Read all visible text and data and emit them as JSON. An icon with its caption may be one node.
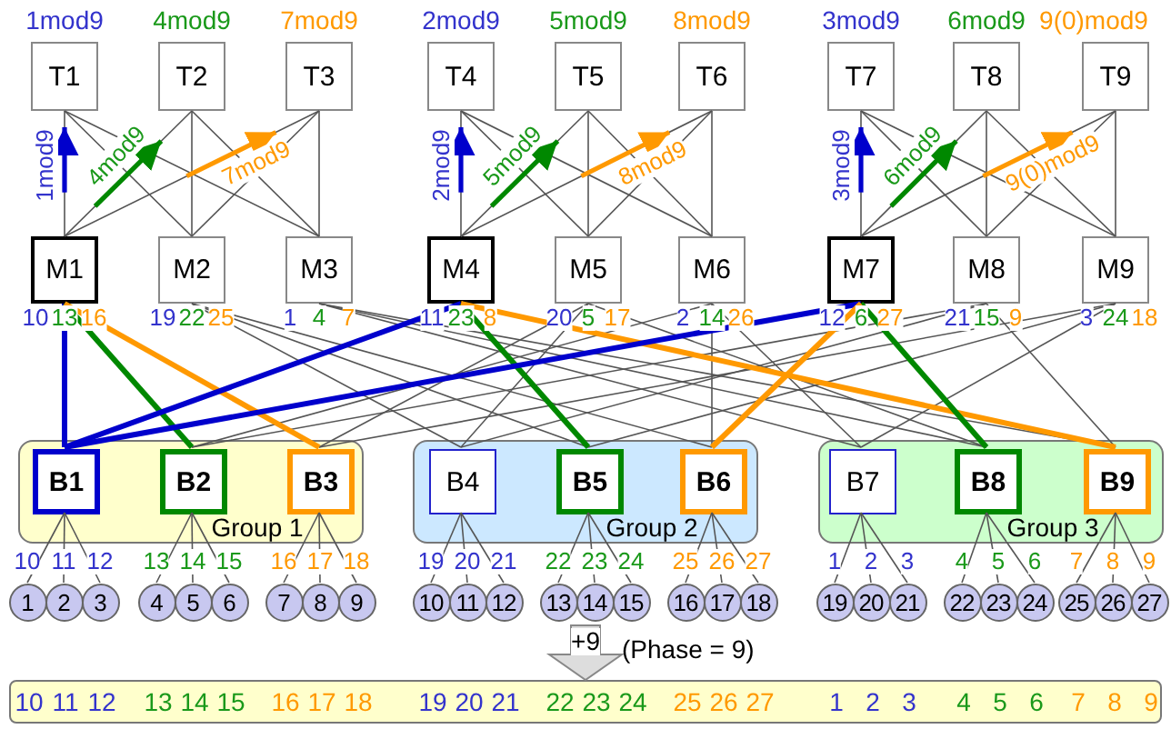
{
  "diagram": {
    "nodes": [
      {
        "text": [
          "T1"
        ],
        "beside": [
          "1mod9"
        ]
      },
      {
        "text": [
          "T2"
        ],
        "beside": [
          "4mod9"
        ]
      },
      {
        "text": [
          "T3"
        ],
        "beside": [
          "7mod9"
        ]
      },
      {
        "text": [
          "T4"
        ],
        "beside": [
          "2mod9"
        ]
      },
      {
        "text": [
          "T5"
        ],
        "beside": [
          "5mod9"
        ]
      },
      {
        "text": [
          "T6"
        ],
        "beside": [
          "8mod9"
        ]
      },
      {
        "text": [
          "T7"
        ],
        "beside": [
          "3mod9"
        ]
      },
      {
        "text": [
          "T8"
        ],
        "beside": [
          "6mod9"
        ]
      },
      {
        "text": [
          "T9"
        ],
        "beside": [
          "9(0)mod9"
        ]
      },
      {
        "text": [
          "M1"
        ],
        "beside": [
          "10",
          "13",
          "16"
        ]
      },
      {
        "text": [
          "M2"
        ],
        "beside": [
          "19",
          "22",
          "25"
        ]
      },
      {
        "text": [
          "M3"
        ],
        "beside": [
          "1",
          "4",
          "7"
        ]
      },
      {
        "text": [
          "M4"
        ],
        "beside": [
          "11",
          "23",
          "8"
        ]
      },
      {
        "text": [
          "M5"
        ],
        "beside": [
          "20",
          "5",
          "17"
        ]
      },
      {
        "text": [
          "M6"
        ],
        "beside": [
          "2",
          "14",
          "26"
        ]
      },
      {
        "text": [
          "M7"
        ],
        "beside": [
          "12",
          "6",
          "27"
        ]
      },
      {
        "text": [
          "M8"
        ],
        "beside": [
          "21",
          "15",
          "9"
        ]
      },
      {
        "text": [
          "M9"
        ],
        "beside": [
          "3",
          "24",
          "18"
        ]
      },
      {
        "text": [
          "Group 1"
        ]
      },
      {
        "text": [
          "B1"
        ],
        "in": 18,
        "beside": [
          "10",
          "11",
          "12"
        ]
      },
      {
        "text": [
          "B2"
        ],
        "in": 18,
        "beside": [
          "13",
          "14",
          "15"
        ]
      },
      {
        "text": [
          "B3"
        ],
        "in": 18,
        "beside": [
          "16",
          "17",
          "18"
        ]
      },
      {
        "text": [
          "Group 2"
        ]
      },
      {
        "text": [
          "B4"
        ],
        "in": 22,
        "beside": [
          "19",
          "20",
          "21"
        ]
      },
      {
        "text": [
          "B5"
        ],
        "in": 22,
        "beside": [
          "22",
          "23",
          "24"
        ]
      },
      {
        "text": [
          "B6"
        ],
        "in": 22,
        "beside": [
          "25",
          "26",
          "27"
        ]
      },
      {
        "text": [
          "Group 3"
        ]
      },
      {
        "text": [
          "B7"
        ],
        "in": 26,
        "beside": [
          "1",
          "2",
          "3"
        ]
      },
      {
        "text": [
          "B8"
        ],
        "in": 26,
        "beside": [
          "4",
          "5",
          "6"
        ]
      },
      {
        "text": [
          "B9"
        ],
        "in": 26,
        "beside": [
          "7",
          "8",
          "9"
        ]
      },
      {
        "text": [
          "1"
        ]
      },
      {
        "text": [
          "2"
        ]
      },
      {
        "text": [
          "3"
        ]
      },
      {
        "text": [
          "4"
        ]
      },
      {
        "text": [
          "5"
        ]
      },
      {
        "text": [
          "6"
        ]
      },
      {
        "text": [
          "7"
        ]
      },
      {
        "text": [
          "8"
        ]
      },
      {
        "text": [
          "9"
        ]
      },
      {
        "text": [
          "10"
        ]
      },
      {
        "text": [
          "11"
        ]
      },
      {
        "text": [
          "12"
        ]
      },
      {
        "text": [
          "13"
        ]
      },
      {
        "text": [
          "14"
        ]
      },
      {
        "text": [
          "15"
        ]
      },
      {
        "text": [
          "16"
        ]
      },
      {
        "text": [
          "17"
        ]
      },
      {
        "text": [
          "18"
        ]
      },
      {
        "text": [
          "19"
        ]
      },
      {
        "text": [
          "20"
        ]
      },
      {
        "text": [
          "21"
        ]
      },
      {
        "text": [
          "22"
        ]
      },
      {
        "text": [
          "23"
        ]
      },
      {
        "text": [
          "24"
        ]
      },
      {
        "text": [
          "25"
        ]
      },
      {
        "text": [
          "26"
        ]
      },
      {
        "text": [
          "27"
        ]
      },
      {
        "text": [
          "10",
          "11",
          "12",
          "13",
          "14",
          "15",
          "16",
          "17",
          "18",
          "19",
          "20",
          "21",
          "22",
          "23",
          "24",
          "25",
          "26",
          "27",
          "1",
          "2",
          "3",
          "4",
          "5",
          "6",
          "7",
          "8",
          "9"
        ]
      }
    ],
    "edges": [
      {
        "from": 9,
        "to": 0,
        "arrow": "to",
        "label": "1mod9"
      },
      {
        "from": 0,
        "to": 10,
        "arrow": "none"
      },
      {
        "from": 0,
        "to": 11,
        "arrow": "none"
      },
      {
        "from": 9,
        "to": 1,
        "arrow": "to",
        "label": "4mod9"
      },
      {
        "from": 1,
        "to": 10,
        "arrow": "none"
      },
      {
        "from": 1,
        "to": 11,
        "arrow": "none"
      },
      {
        "from": 9,
        "to": 2,
        "arrow": "to",
        "label": "7mod9"
      },
      {
        "from": 2,
        "to": 10,
        "arrow": "none"
      },
      {
        "from": 2,
        "to": 11,
        "arrow": "none"
      },
      {
        "from": 12,
        "to": 3,
        "arrow": "to",
        "label": "2mod9"
      },
      {
        "from": 3,
        "to": 13,
        "arrow": "none"
      },
      {
        "from": 3,
        "to": 14,
        "arrow": "none"
      },
      {
        "from": 12,
        "to": 4,
        "arrow": "to",
        "label": "5mod9"
      },
      {
        "from": 4,
        "to": 13,
        "arrow": "none"
      },
      {
        "from": 4,
        "to": 14,
        "arrow": "none"
      },
      {
        "from": 12,
        "to": 5,
        "arrow": "to",
        "label": "8mod9"
      },
      {
        "from": 5,
        "to": 13,
        "arrow": "none"
      },
      {
        "from": 5,
        "to": 14,
        "arrow": "none"
      },
      {
        "from": 15,
        "to": 6,
        "arrow": "to",
        "label": "3mod9"
      },
      {
        "from": 6,
        "to": 16,
        "arrow": "none"
      },
      {
        "from": 6,
        "to": 17,
        "arrow": "none"
      },
      {
        "from": 15,
        "to": 7,
        "arrow": "to",
        "label": "6mod9"
      },
      {
        "from": 7,
        "to": 16,
        "arrow": "none"
      },
      {
        "from": 7,
        "to": 17,
        "arrow": "none"
      },
      {
        "from": 15,
        "to": 8,
        "arrow": "to",
        "label": "9(0)mod9"
      },
      {
        "from": 8,
        "to": 16,
        "arrow": "none"
      },
      {
        "from": 8,
        "to": 17,
        "arrow": "none"
      },
      {
        "from": 9,
        "to": 19,
        "arrow": "none",
        "style": "thick",
        "color": "#0000cc"
      },
      {
        "from": 9,
        "to": 20,
        "arrow": "none",
        "style": "thick",
        "color": "#008800"
      },
      {
        "from": 9,
        "to": 21,
        "arrow": "none",
        "style": "thick",
        "color": "#ff9900"
      },
      {
        "from": 10,
        "to": 23,
        "arrow": "none"
      },
      {
        "from": 10,
        "to": 24,
        "arrow": "none"
      },
      {
        "from": 10,
        "to": 25,
        "arrow": "none"
      },
      {
        "from": 11,
        "to": 27,
        "arrow": "none"
      },
      {
        "from": 11,
        "to": 28,
        "arrow": "none"
      },
      {
        "from": 11,
        "to": 29,
        "arrow": "none"
      },
      {
        "from": 12,
        "to": 19,
        "arrow": "none",
        "style": "thick",
        "color": "#0000cc"
      },
      {
        "from": 12,
        "to": 24,
        "arrow": "none",
        "style": "thick",
        "color": "#008800"
      },
      {
        "from": 12,
        "to": 29,
        "arrow": "none",
        "style": "thick",
        "color": "#ff9900"
      },
      {
        "from": 13,
        "to": 23,
        "arrow": "none"
      },
      {
        "from": 13,
        "to": 28,
        "arrow": "none"
      },
      {
        "from": 13,
        "to": 21,
        "arrow": "none"
      },
      {
        "from": 14,
        "to": 27,
        "arrow": "none"
      },
      {
        "from": 14,
        "to": 20,
        "arrow": "none"
      },
      {
        "from": 14,
        "to": 25,
        "arrow": "none"
      },
      {
        "from": 15,
        "to": 19,
        "arrow": "none",
        "style": "thick",
        "color": "#0000cc"
      },
      {
        "from": 15,
        "to": 28,
        "arrow": "none",
        "style": "thick",
        "color": "#008800"
      },
      {
        "from": 15,
        "to": 25,
        "arrow": "none",
        "style": "thick",
        "color": "#ff9900"
      },
      {
        "from": 16,
        "to": 23,
        "arrow": "none"
      },
      {
        "from": 16,
        "to": 20,
        "arrow": "none"
      },
      {
        "from": 16,
        "to": 29,
        "arrow": "none"
      },
      {
        "from": 17,
        "to": 27,
        "arrow": "none"
      },
      {
        "from": 17,
        "to": 24,
        "arrow": "none"
      },
      {
        "from": 17,
        "to": 21,
        "arrow": "none"
      },
      {
        "from": 19,
        "to": 30,
        "arrow": "none"
      },
      {
        "from": 19,
        "to": 31,
        "arrow": "none"
      },
      {
        "from": 19,
        "to": 32,
        "arrow": "none"
      },
      {
        "from": 20,
        "to": 33,
        "arrow": "none"
      },
      {
        "from": 20,
        "to": 34,
        "arrow": "none"
      },
      {
        "from": 20,
        "to": 35,
        "arrow": "none"
      },
      {
        "from": 21,
        "to": 36,
        "arrow": "none"
      },
      {
        "from": 21,
        "to": 37,
        "arrow": "none"
      },
      {
        "from": 21,
        "to": 38,
        "arrow": "none"
      },
      {
        "from": 23,
        "to": 39,
        "arrow": "none"
      },
      {
        "from": 23,
        "to": 40,
        "arrow": "none"
      },
      {
        "from": 23,
        "to": 41,
        "arrow": "none"
      },
      {
        "from": 24,
        "to": 42,
        "arrow": "none"
      },
      {
        "from": 24,
        "to": 43,
        "arrow": "none"
      },
      {
        "from": 24,
        "to": 44,
        "arrow": "none"
      },
      {
        "from": 25,
        "to": 45,
        "arrow": "none"
      },
      {
        "from": 25,
        "to": 46,
        "arrow": "none"
      },
      {
        "from": 25,
        "to": 47,
        "arrow": "none"
      },
      {
        "from": 27,
        "to": 48,
        "arrow": "none"
      },
      {
        "from": 27,
        "to": 49,
        "arrow": "none"
      },
      {
        "from": 27,
        "to": 50,
        "arrow": "none"
      },
      {
        "from": 28,
        "to": 51,
        "arrow": "none"
      },
      {
        "from": 28,
        "to": 52,
        "arrow": "none"
      },
      {
        "from": 28,
        "to": 53,
        "arrow": "none"
      },
      {
        "from": 29,
        "to": 54,
        "arrow": "none"
      },
      {
        "from": 29,
        "to": 55,
        "arrow": "none"
      },
      {
        "from": 29,
        "to": 56,
        "arrow": "none"
      },
      {
        "from": null,
        "to": 57,
        "arrow": "to",
        "label": "+9"
      }
    ],
    "labels": [
      "(Phase = 9)"
    ]
  }
}
